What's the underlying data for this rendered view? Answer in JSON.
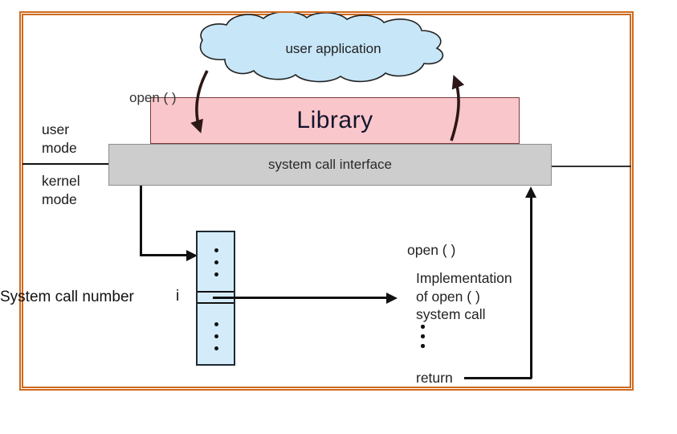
{
  "colors": {
    "border_orange": "#cf6a1e",
    "cloud_blue": "#c7e6f8",
    "table_blue": "#d4ecfa",
    "library_pink": "#f9c7cb",
    "interface_gray": "#cdcdcd",
    "curved_arrow_dark": "#2e1717",
    "line_black": "#111111"
  },
  "diagram": {
    "cloud": {
      "label": "user application"
    },
    "library": {
      "label": "Library",
      "open_label": "open ( )"
    },
    "interface": {
      "label": "system call interface"
    },
    "modes": {
      "user": "user\nmode",
      "kernel": "kernel\nmode"
    },
    "syscall_table": {
      "number_label": "System call number",
      "index_label": "i",
      "ellipsis_icon": "vertical-ellipsis"
    },
    "kernel_impl": {
      "open_label": "open ( )",
      "implementation_label": "Implementation\nof open ( )\nsystem call",
      "return_label": "return",
      "ellipsis_icon": "vertical-ellipsis"
    }
  }
}
